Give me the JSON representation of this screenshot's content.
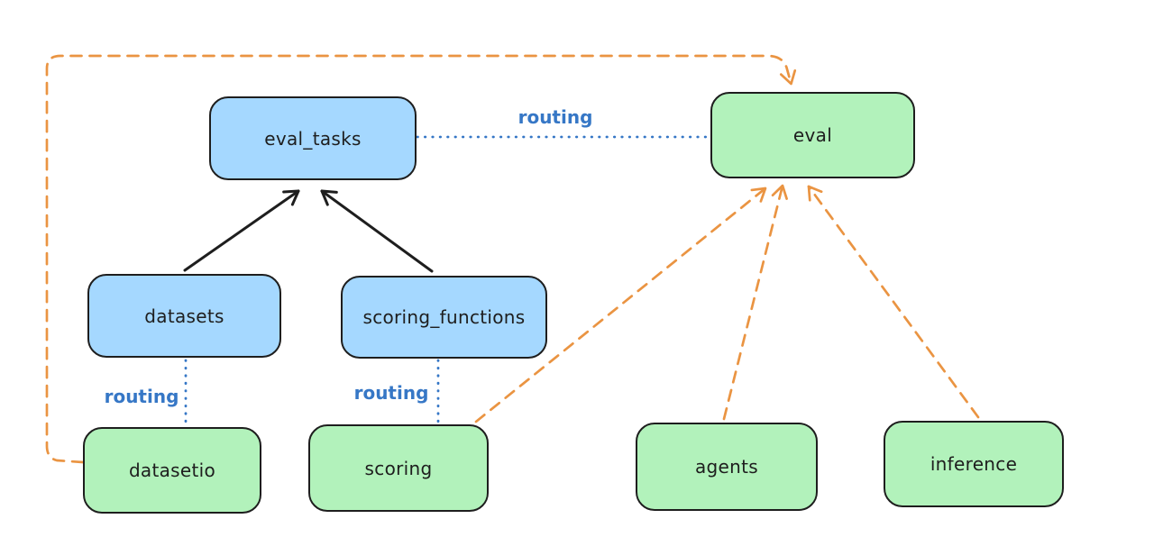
{
  "diagram": {
    "nodes": {
      "eval_tasks": {
        "label": "eval_tasks",
        "fill": "#a5d8ff"
      },
      "eval": {
        "label": "eval",
        "fill": "#b2f2bb"
      },
      "datasets": {
        "label": "datasets",
        "fill": "#a5d8ff"
      },
      "scoring_functions": {
        "label": "scoring_functions",
        "fill": "#a5d8ff"
      },
      "datasetio": {
        "label": "datasetio",
        "fill": "#b2f2bb"
      },
      "scoring": {
        "label": "scoring",
        "fill": "#b2f2bb"
      },
      "agents": {
        "label": "agents",
        "fill": "#b2f2bb"
      },
      "inference": {
        "label": "inference",
        "fill": "#b2f2bb"
      }
    },
    "edges": [
      {
        "from": "datasets",
        "to": "eval_tasks",
        "style": "solid-black-arrow",
        "color": "#1e1e1e"
      },
      {
        "from": "scoring_functions",
        "to": "eval_tasks",
        "style": "solid-black-arrow",
        "color": "#1e1e1e"
      },
      {
        "from": "eval_tasks",
        "to": "eval",
        "style": "dotted-blue",
        "label": "routing",
        "color": "#3677c6"
      },
      {
        "from": "datasets",
        "to": "datasetio",
        "style": "dotted-blue",
        "label": "routing",
        "color": "#3677c6"
      },
      {
        "from": "scoring_functions",
        "to": "scoring",
        "style": "dotted-blue",
        "label": "routing",
        "color": "#3677c6"
      },
      {
        "from": "datasetio",
        "to": "eval",
        "style": "dashed-orange-arrow",
        "color": "#ea9442"
      },
      {
        "from": "scoring",
        "to": "eval",
        "style": "dashed-orange-arrow",
        "color": "#ea9442"
      },
      {
        "from": "agents",
        "to": "eval",
        "style": "dashed-orange-arrow",
        "color": "#ea9442"
      },
      {
        "from": "inference",
        "to": "eval",
        "style": "dashed-orange-arrow",
        "color": "#ea9442"
      }
    ],
    "colors": {
      "background": "#ffffff",
      "node_stroke": "#1e1e1e",
      "blue_fill": "#a5d8ff",
      "green_fill": "#b2f2bb",
      "routing_blue": "#3677c6",
      "orange": "#ea9442",
      "black": "#1e1e1e"
    }
  }
}
